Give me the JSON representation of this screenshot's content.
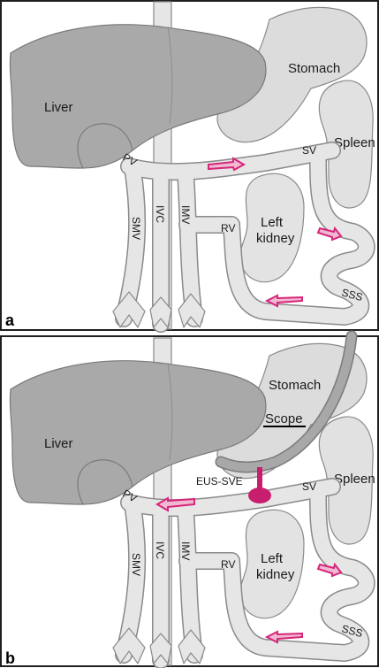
{
  "panels": [
    {
      "letter": "a",
      "labels": {
        "liver": "Liver",
        "stomach": "Stomach",
        "spleen": "Spleen",
        "kidney_line1": "Left",
        "kidney_line2": "kidney",
        "pv": "PV",
        "sv": "SV",
        "smv": "SMV",
        "ivc": "IVC",
        "imv": "IMV",
        "rv": "RV",
        "sss": "SSS"
      }
    },
    {
      "letter": "b",
      "labels": {
        "liver": "Liver",
        "stomach": "Stomach",
        "spleen": "Spleen",
        "kidney_line1": "Left",
        "kidney_line2": "kidney",
        "pv": "PV",
        "sv": "SV",
        "smv": "SMV",
        "ivc": "IVC",
        "imv": "IMV",
        "rv": "RV",
        "sss": "SSS",
        "scope": "Scope",
        "eus_sve": "EUS-SVE"
      }
    }
  ],
  "colors": {
    "border": "#1f1f1f",
    "liver": "#a9a9a9",
    "stomach": "#dcdcdc",
    "spleen": "#e1e1e1",
    "kidney": "#e3e3e3",
    "vessel": "#e6e6e6",
    "vessel_outline": "#8a8a8a",
    "arrow": "#d6257a",
    "scope": "#9e9e9e"
  },
  "icons": [
    "flow-arrow-icon",
    "injection-site-icon",
    "scope-icon"
  ]
}
